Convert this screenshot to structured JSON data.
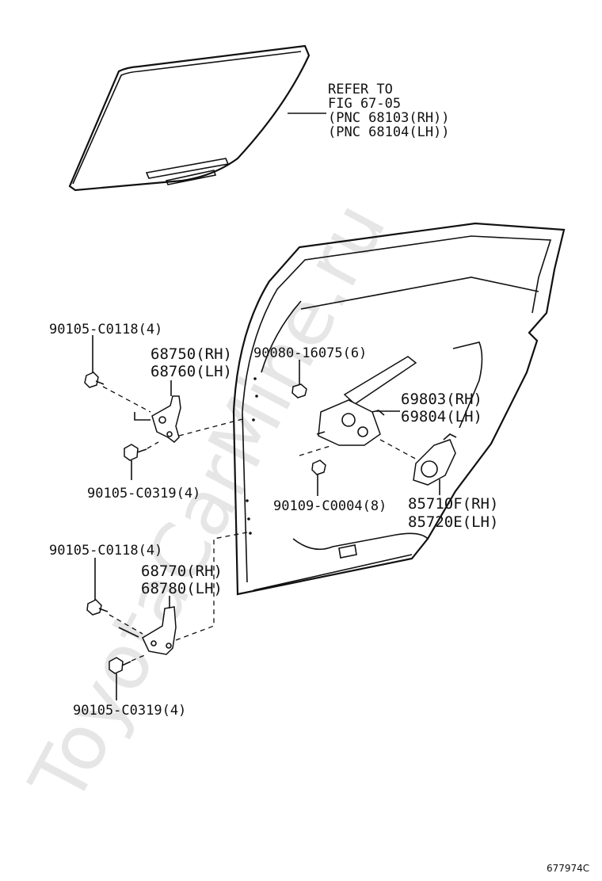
{
  "watermark": "ToyotaCarMine.ru",
  "refer_note": {
    "line1": "REFER TO",
    "line2": "FIG 67-05",
    "line3": "(PNC 68103(RH))",
    "line4": "(PNC 68104(LH))"
  },
  "callouts": {
    "bolt_upper_top": "90105-C0118(4)",
    "hinge_upper_rh": "68750(RH)",
    "hinge_upper_lh": "68760(LH)",
    "bolt_upper_bottom": "90105-C0319(4)",
    "bolt_regulator_top": "90080-16075(6)",
    "regulator_rh": "69803(RH)",
    "regulator_lh": "69804(LH)",
    "bolt_regulator_bottom": "90109-C0004(8)",
    "motor_rh": "85710F(RH)",
    "motor_lh": "85720E(LH)",
    "bolt_lower_top": "90105-C0118(4)",
    "hinge_lower_rh": "68770(RH)",
    "hinge_lower_lh": "68780(LH)",
    "bolt_lower_bottom": "90105-C0319(4)"
  },
  "figure_code": "677974C"
}
